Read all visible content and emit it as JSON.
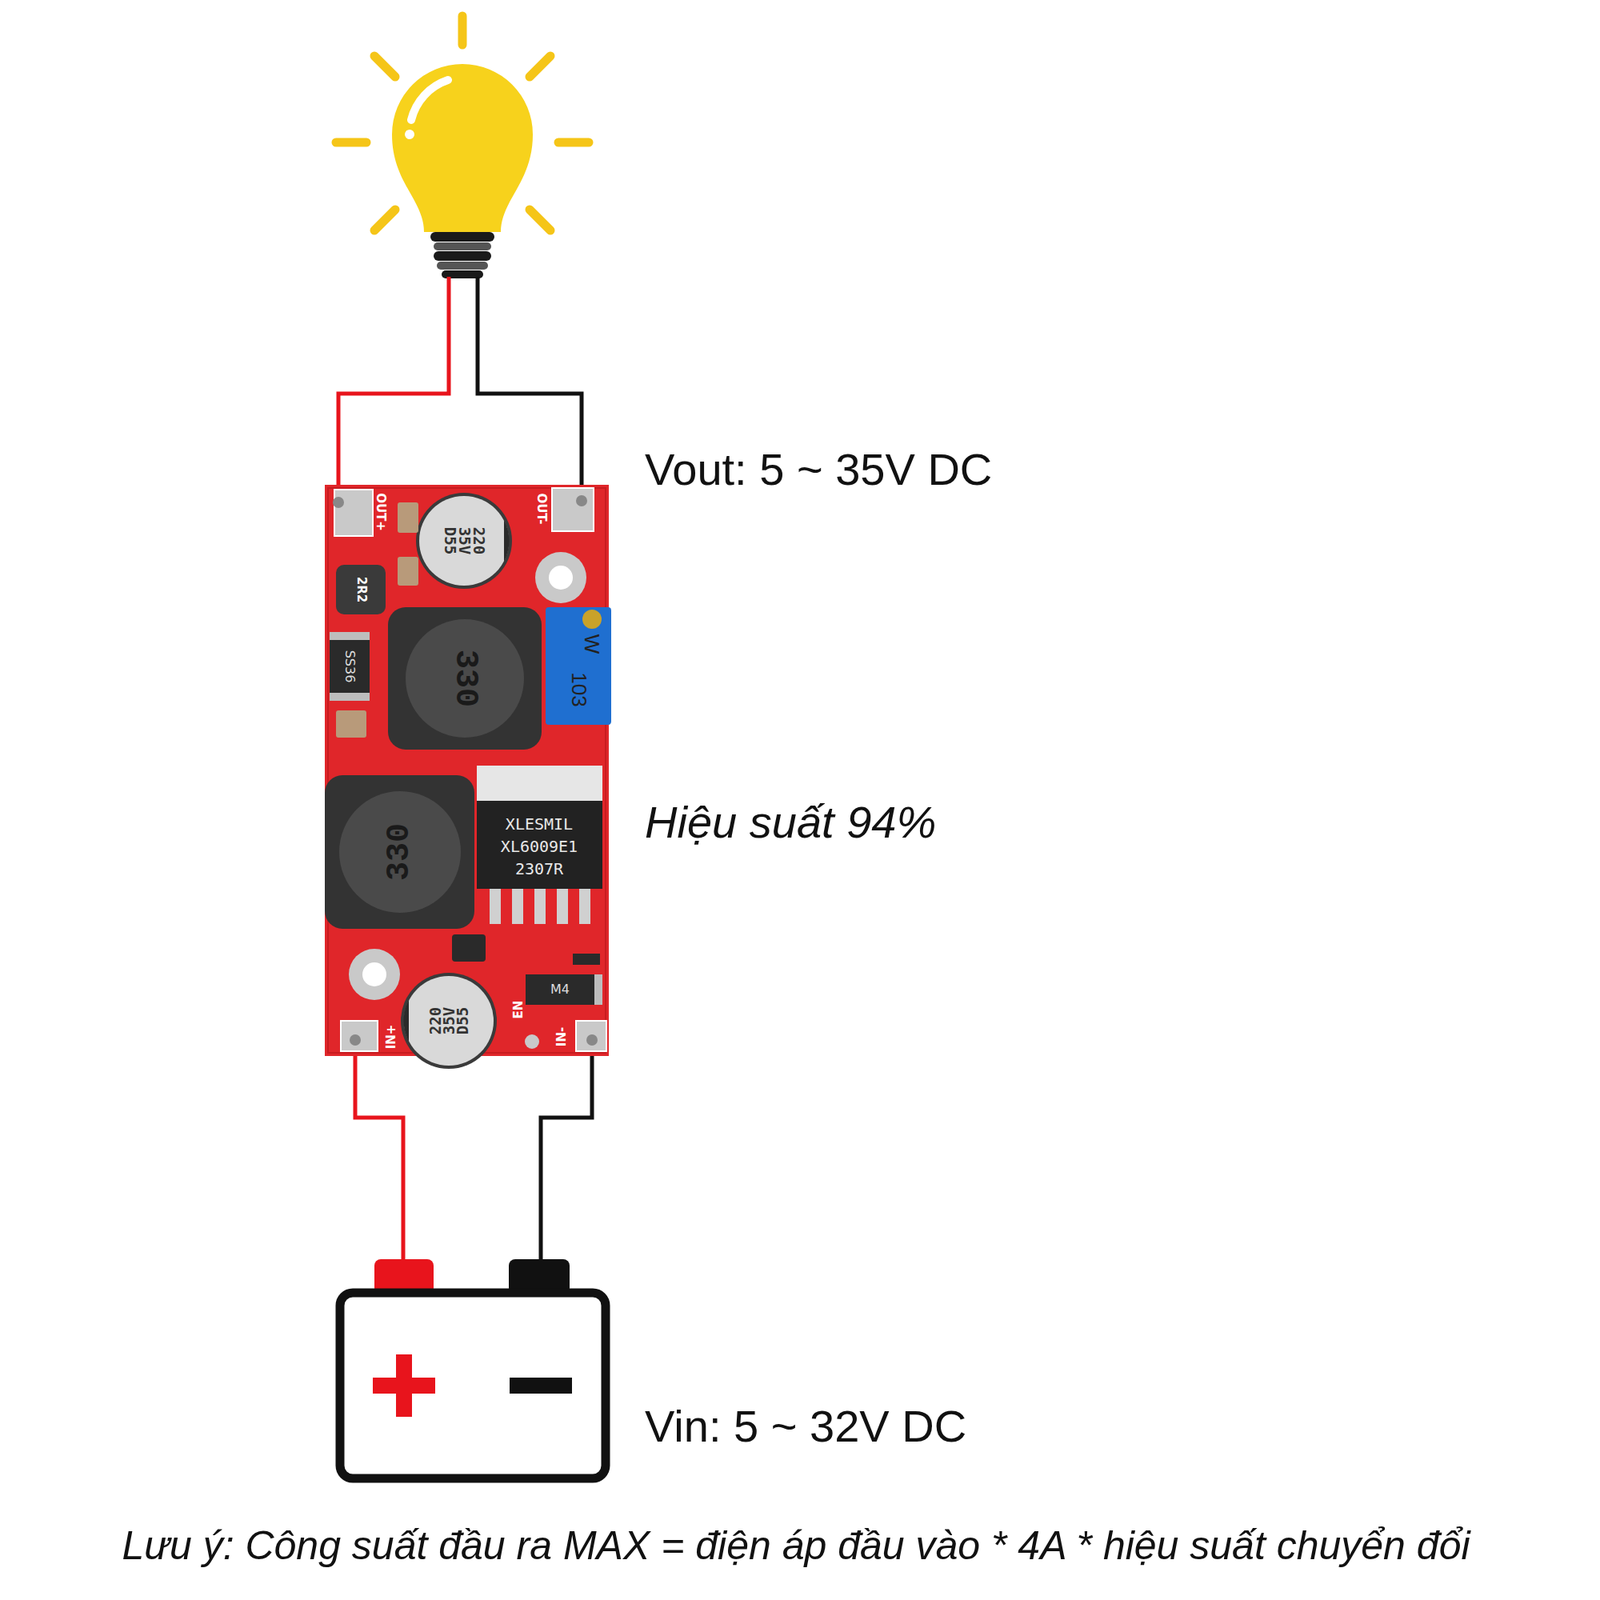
{
  "diagram": {
    "caption": "Lưu ý: Công suất đầu ra MAX = điện áp đầu vào * 4A * hiệu suất chuyển đổi",
    "labels": [
      "OUT+",
      "OUT-",
      "220",
      "35V",
      "D55",
      "2R2",
      "SS36",
      "330",
      "W",
      "103",
      "XLESMIL",
      "XL6009E1",
      "2307R",
      "330",
      "M4",
      "EN",
      "220",
      "35V",
      "D55",
      "IN+",
      "IN-",
      "Vout: 5 ~ 35V DC",
      "Hiệu suất 94%",
      "Vin: 5 ~ 32V DC"
    ]
  }
}
